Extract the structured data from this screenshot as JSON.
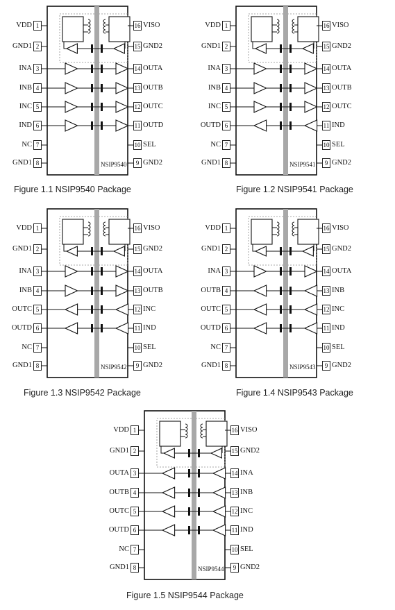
{
  "packages": [
    {
      "part": "NSIP9540",
      "caption": "Figure 1.1 NSIP9540 Package",
      "left_pins": [
        {
          "num": "1",
          "name": "VDD"
        },
        {
          "num": "2",
          "name": "GND1"
        },
        {
          "num": "3",
          "name": "INA"
        },
        {
          "num": "4",
          "name": "INB"
        },
        {
          "num": "5",
          "name": "INC"
        },
        {
          "num": "6",
          "name": "IND"
        },
        {
          "num": "7",
          "name": "NC"
        },
        {
          "num": "8",
          "name": "GND1"
        }
      ],
      "right_pins": [
        {
          "num": "16",
          "name": "VISO"
        },
        {
          "num": "15",
          "name": "GND2"
        },
        {
          "num": "14",
          "name": "OUTA"
        },
        {
          "num": "13",
          "name": "OUTB"
        },
        {
          "num": "12",
          "name": "OUTC"
        },
        {
          "num": "11",
          "name": "OUTD"
        },
        {
          "num": "10",
          "name": "SEL"
        },
        {
          "num": "9",
          "name": "GND2"
        }
      ],
      "channels": [
        "right",
        "right",
        "right",
        "right"
      ]
    },
    {
      "part": "NSIP9541",
      "caption": "Figure 1.2 NSIP9541 Package",
      "left_pins": [
        {
          "num": "1",
          "name": "VDD"
        },
        {
          "num": "2",
          "name": "GND1"
        },
        {
          "num": "3",
          "name": "INA"
        },
        {
          "num": "4",
          "name": "INB"
        },
        {
          "num": "5",
          "name": "INC"
        },
        {
          "num": "6",
          "name": "OUTD"
        },
        {
          "num": "7",
          "name": "NC"
        },
        {
          "num": "8",
          "name": "GND1"
        }
      ],
      "right_pins": [
        {
          "num": "16",
          "name": "VISO"
        },
        {
          "num": "15",
          "name": "GND2"
        },
        {
          "num": "14",
          "name": "OUTA"
        },
        {
          "num": "13",
          "name": "OUTB"
        },
        {
          "num": "12",
          "name": "OUTC"
        },
        {
          "num": "11",
          "name": "IND"
        },
        {
          "num": "10",
          "name": "SEL"
        },
        {
          "num": "9",
          "name": "GND2"
        }
      ],
      "channels": [
        "right",
        "right",
        "right",
        "left"
      ]
    },
    {
      "part": "NSIP9542",
      "caption": "Figure 1.3 NSIP9542 Package",
      "left_pins": [
        {
          "num": "1",
          "name": "VDD"
        },
        {
          "num": "2",
          "name": "GND1"
        },
        {
          "num": "3",
          "name": "INA"
        },
        {
          "num": "4",
          "name": "INB"
        },
        {
          "num": "5",
          "name": "OUTC"
        },
        {
          "num": "6",
          "name": "OUTD"
        },
        {
          "num": "7",
          "name": "NC"
        },
        {
          "num": "8",
          "name": "GND1"
        }
      ],
      "right_pins": [
        {
          "num": "16",
          "name": "VISO"
        },
        {
          "num": "15",
          "name": "GND2"
        },
        {
          "num": "14",
          "name": "OUTA"
        },
        {
          "num": "13",
          "name": "OUTB"
        },
        {
          "num": "12",
          "name": "INC"
        },
        {
          "num": "11",
          "name": "IND"
        },
        {
          "num": "10",
          "name": "SEL"
        },
        {
          "num": "9",
          "name": "GND2"
        }
      ],
      "channels": [
        "right",
        "right",
        "left",
        "left"
      ]
    },
    {
      "part": "NSIP9543",
      "caption": "Figure 1.4 NSIP9543 Package",
      "left_pins": [
        {
          "num": "1",
          "name": "VDD"
        },
        {
          "num": "2",
          "name": "GND1"
        },
        {
          "num": "3",
          "name": "INA"
        },
        {
          "num": "4",
          "name": "OUTB"
        },
        {
          "num": "5",
          "name": "OUTC"
        },
        {
          "num": "6",
          "name": "OUTD"
        },
        {
          "num": "7",
          "name": "NC"
        },
        {
          "num": "8",
          "name": "GND1"
        }
      ],
      "right_pins": [
        {
          "num": "16",
          "name": "VISO"
        },
        {
          "num": "15",
          "name": "GND2"
        },
        {
          "num": "14",
          "name": "OUTA"
        },
        {
          "num": "13",
          "name": "INB"
        },
        {
          "num": "12",
          "name": "INC"
        },
        {
          "num": "11",
          "name": "IND"
        },
        {
          "num": "10",
          "name": "SEL"
        },
        {
          "num": "9",
          "name": "GND2"
        }
      ],
      "channels": [
        "right",
        "left",
        "left",
        "left"
      ]
    },
    {
      "part": "NSIP9544",
      "caption": "Figure 1.5 NSIP9544 Package",
      "left_pins": [
        {
          "num": "1",
          "name": "VDD"
        },
        {
          "num": "2",
          "name": "GND1"
        },
        {
          "num": "3",
          "name": "OUTA"
        },
        {
          "num": "4",
          "name": "OUTB"
        },
        {
          "num": "5",
          "name": "OUTC"
        },
        {
          "num": "6",
          "name": "OUTD"
        },
        {
          "num": "7",
          "name": "NC"
        },
        {
          "num": "8",
          "name": "GND1"
        }
      ],
      "right_pins": [
        {
          "num": "16",
          "name": "VISO"
        },
        {
          "num": "15",
          "name": "GND2"
        },
        {
          "num": "14",
          "name": "INA"
        },
        {
          "num": "13",
          "name": "INB"
        },
        {
          "num": "12",
          "name": "INC"
        },
        {
          "num": "11",
          "name": "IND"
        },
        {
          "num": "10",
          "name": "SEL"
        },
        {
          "num": "9",
          "name": "GND2"
        }
      ],
      "channels": [
        "left",
        "left",
        "left",
        "left"
      ]
    }
  ],
  "colors": {
    "outline": "#111111",
    "isolation_barrier": "#a8a8a8",
    "dashed_frame": "#8a8a8a",
    "caption_text": "#222222"
  }
}
